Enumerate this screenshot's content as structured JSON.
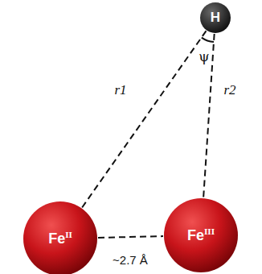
{
  "diagram": {
    "nodes": [
      {
        "text": [
          "H"
        ]
      },
      {
        "text": [
          "Fe",
          "II"
        ]
      },
      {
        "text": [
          "Fe",
          "III"
        ]
      }
    ],
    "edges": [
      {
        "from": 0,
        "to": 1,
        "arrow": "none",
        "label": "r1"
      },
      {
        "from": 0,
        "to": 2,
        "arrow": "none",
        "label": "r2"
      },
      {
        "from": 1,
        "to": 2,
        "arrow": "none",
        "label": "~2.7 Å"
      }
    ],
    "labels": [
      "ψ"
    ]
  }
}
